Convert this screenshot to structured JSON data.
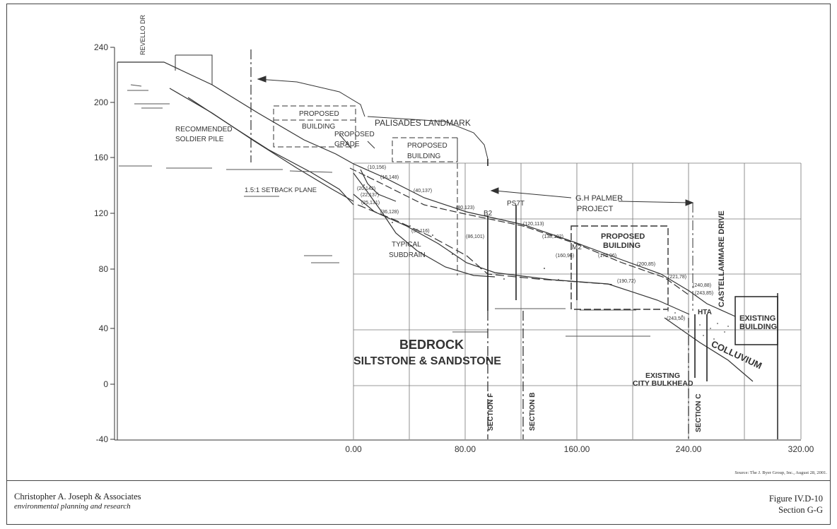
{
  "y_axis": {
    "ticks": [
      "240",
      "200",
      "160",
      "120",
      "80",
      "40",
      "0",
      "-40"
    ]
  },
  "x_axis": {
    "ticks": [
      "0.00",
      "80.00",
      "160.00",
      "240.00",
      "320.00"
    ]
  },
  "labels": {
    "revello": "REVELLO DR",
    "proposed_building_1": "PROPOSED",
    "proposed_building_1b": "BUILDING",
    "proposed_grade": "PROPOSED",
    "proposed_grade_b": "GRADE",
    "proposed_building_2": "PROPOSED",
    "proposed_building_2b": "BUILDING",
    "palisades": "PALISADES LANDMARK",
    "recommended": "RECOMMENDED",
    "soldier_pile": "SOLDIER PILE",
    "setback": "1.5:1 SETBACK PLANE",
    "gh_palmer": "G.H PALMER",
    "gh_palmer_b": "PROJECT",
    "typical": "TYPICAL",
    "subdrain": "SUBDRAIN",
    "proposed_building_3": "PROPOSED",
    "proposed_building_3b": "BUILDING",
    "castellammare": "CASTELLAMMARE DRIVE",
    "existing_building": "EXISTING",
    "existing_building_b": "BUILDING",
    "bedrock": "BEDROCK",
    "siltstone": "SILTSTONE & SANDSTONE",
    "colluvium": "COLLUVIUM",
    "bulkhead": "EXISTING",
    "bulkhead_b": "CITY BULKHEAD",
    "hta": "HTA",
    "b2": "B2",
    "ps7t": "PS7T",
    "m2": "M2",
    "section_f": "SECTION F",
    "section_b": "SECTION B",
    "section_c": "SECTION C"
  },
  "points": [
    "(10,156)",
    "(16,148)",
    "(20,142)",
    "(22,137)",
    "(25,131)",
    "(40,137)",
    "(36,128)",
    "(80,123)",
    "(120,113)",
    "(138,102)",
    "(56,116)",
    "(86,101)",
    "(160,96)",
    "(175,96)",
    "(200,85)",
    "(221,78)",
    "(240,88)",
    "(243,85)",
    "(190,72)",
    "(243,50)"
  ],
  "footer": {
    "firm": "Christopher A. Joseph & Associates",
    "tagline": "environmental planning and research",
    "figure": "Figure IV.D-10",
    "section": "Section G-G",
    "source": "Source:  The J. Byer Group, Inc., August 28, 2001."
  }
}
